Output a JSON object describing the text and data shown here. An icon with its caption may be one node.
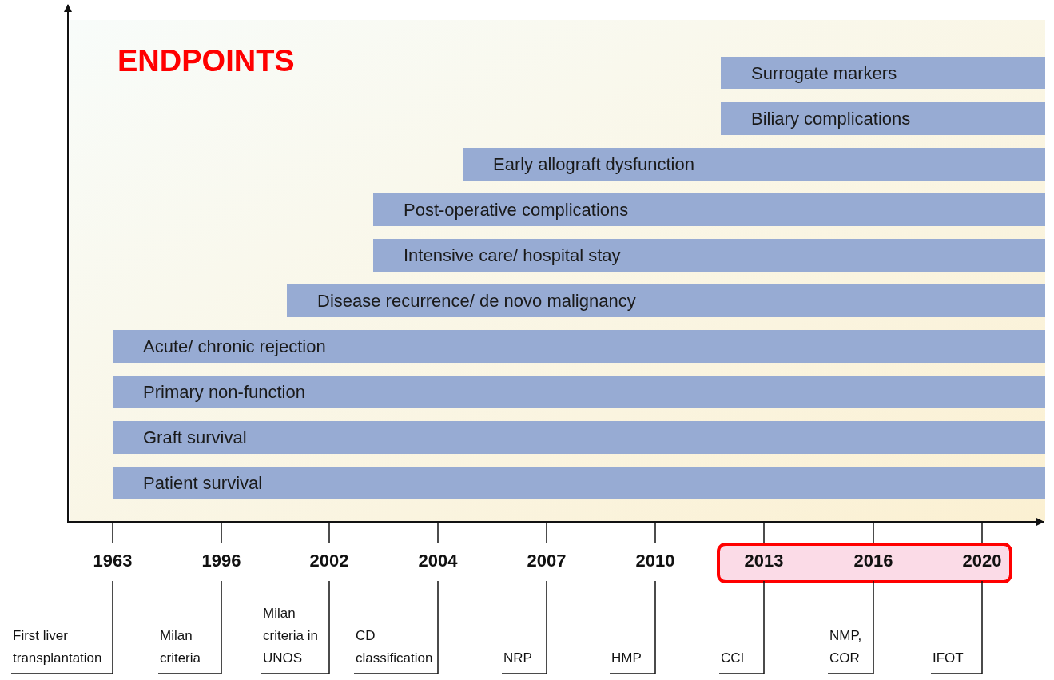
{
  "diagram": {
    "title": "ENDPOINTS",
    "nodes": [
      {
        "text": [
          "Surrogate markers"
        ]
      },
      {
        "text": [
          "Biliary complications"
        ]
      },
      {
        "text": [
          "Early allograft dysfunction"
        ]
      },
      {
        "text": [
          "Post-operative complications"
        ]
      },
      {
        "text": [
          "Intensive care/ hospital stay"
        ]
      },
      {
        "text": [
          "Disease recurrence/ de novo malignancy"
        ]
      },
      {
        "text": [
          "Acute/ chronic rejection"
        ]
      },
      {
        "text": [
          "Primary non-function"
        ]
      },
      {
        "text": [
          "Graft survival"
        ]
      },
      {
        "text": [
          "Patient survival"
        ]
      }
    ],
    "labels": [
      "1963",
      "1996",
      "2002",
      "2004",
      "2007",
      "2010",
      "2013",
      "2016",
      "2020",
      "First liver transplantation",
      "Milan criteria",
      "Milan criteria in UNOS",
      "CD classification",
      "NRP",
      "HMP",
      "CCI",
      "NMP, COR",
      "IFOT"
    ]
  }
}
